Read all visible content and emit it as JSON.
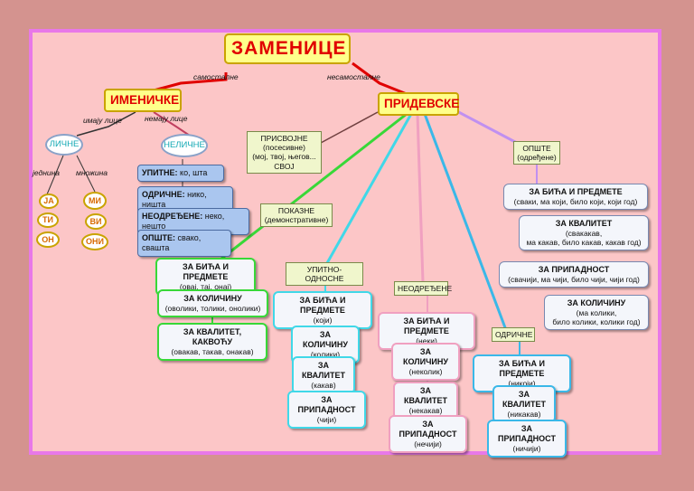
{
  "title": "ЗАМЕНИЦЕ",
  "edges": {
    "samostalne": "самосталне",
    "nesamostalne": "несамосталне",
    "imaju_lice": "имају лице",
    "nemaju_lice": "немају лице",
    "jednina": "једнина",
    "mnozina": "множина"
  },
  "imenicke": {
    "label": "ИМЕНИЧКЕ",
    "licne": {
      "label": "ЛИЧНЕ",
      "singular": [
        "ЈА",
        "ТИ",
        "ОН"
      ],
      "plural": [
        "МИ",
        "ВИ",
        "ОНИ"
      ]
    },
    "nelicne": {
      "label": "НЕЛИЧНЕ",
      "items": [
        {
          "name": "УПИТНЕ:",
          "ex": " ко, шта"
        },
        {
          "name": "ОДРИЧНЕ:",
          "ex": " нико, ништа"
        },
        {
          "name": "НЕОДРЕЂЕНЕ:",
          "ex": " неко, нешто"
        },
        {
          "name": "ОПШТЕ:",
          "ex": " свако, свашта"
        }
      ]
    }
  },
  "pridevske": {
    "label": "ПРИДЕВСКЕ",
    "prisvojne": {
      "l1": "ПРИСВОЈНЕ",
      "l2": "(посесивне)",
      "l3": "(мој, твој, његов...",
      "l4": "СВОЈ"
    },
    "pokazne": {
      "l1": "ПОКАЗНЕ",
      "l2": "(демонстративне)",
      "items": [
        {
          "h": "ЗА БИЋА И ПРЕДМЕТЕ",
          "s": "(овај, тај, онај)"
        },
        {
          "h": "ЗА КОЛИЧИНУ",
          "s": "(оволики, толики, онолики)"
        },
        {
          "h": "ЗА КВАЛИТЕТ, КАКВОЋУ",
          "s": "(овакав, такав, онакав)"
        }
      ]
    },
    "upitne": {
      "label": "УПИТНО-ОДНОСНЕ",
      "items": [
        {
          "h": "ЗА БИЋА И ПРЕДМЕТЕ",
          "s": "(који)"
        },
        {
          "h": "ЗА КОЛИЧИНУ",
          "s": "(колики)"
        },
        {
          "h": "ЗА КВАЛИТЕТ",
          "s": "(какав)"
        },
        {
          "h": "ЗА ПРИПАДНОСТ",
          "s": "(чији)"
        }
      ]
    },
    "neodredjene": {
      "label": "НЕОДРЕЂЕНЕ",
      "items": [
        {
          "h": "ЗА БИЋА И ПРЕДМЕТЕ",
          "s": "(неки)"
        },
        {
          "h": "ЗА КОЛИЧИНУ",
          "s": "(неколик)"
        },
        {
          "h": "ЗА КВАЛИТЕТ",
          "s": "(некакав)"
        },
        {
          "h": "ЗА ПРИПАДНОСТ",
          "s": "(нечији)"
        }
      ]
    },
    "odricne": {
      "label": "ОДРИЧНЕ",
      "items": [
        {
          "h": "ЗА БИЋА И ПРЕДМЕТЕ",
          "s": "(никоји)"
        },
        {
          "h": "ЗА КВАЛИТЕТ",
          "s": "(никакав)"
        },
        {
          "h": "ЗА ПРИПАДНОСТ",
          "s": "(ничији)"
        }
      ]
    },
    "opste": {
      "l1": "ОПШТЕ",
      "l2": "(одређене)",
      "items": [
        {
          "h": "ЗА БИЋА И ПРЕДМЕТЕ",
          "s": "(сваки, ма који, било који, који год)"
        },
        {
          "h": "ЗА КВАЛИТЕТ",
          "s": "(свакакав,",
          "s2": "ма какав, било какав, какав год)"
        },
        {
          "h": "ЗА ПРИПАДНОСТ",
          "s": "(свачији, ма чији, било чији, чији год)"
        },
        {
          "h": "ЗА КОЛИЧИНУ",
          "s": "(ма колики,",
          "s2": "било колики, колики год)"
        }
      ]
    }
  },
  "colors": {
    "frame": "#e878e8",
    "board": "#fcc6c7",
    "title_red": "#e00000",
    "green": "#38d838",
    "cyan": "#40d8e8",
    "pink": "#f0a0c0",
    "blue": "#3ab8e8",
    "violet": "#c090f0"
  }
}
